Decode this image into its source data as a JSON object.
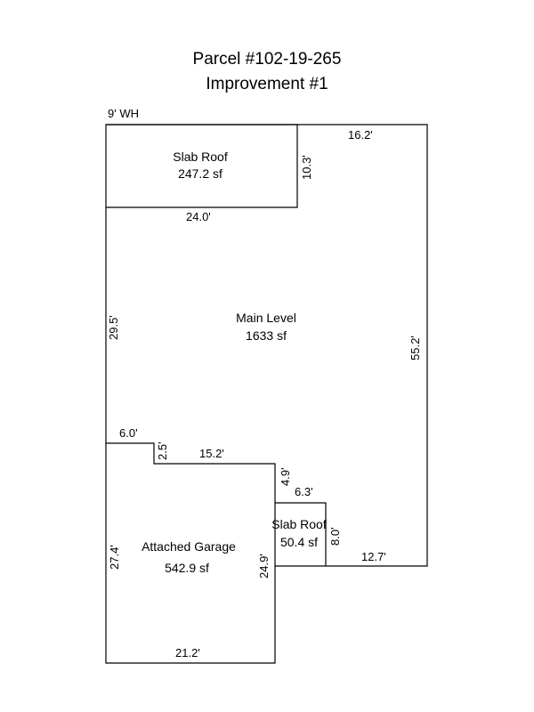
{
  "header": {
    "parcel": "Parcel #102-19-265",
    "improvement": "Improvement #1"
  },
  "areas": {
    "slab_roof_top": {
      "name": "Slab Roof",
      "size": "247.2 sf"
    },
    "main_level": {
      "name": "Main Level",
      "size": "1633 sf"
    },
    "attached_garage": {
      "name": "Attached Garage",
      "size": "542.9 sf"
    },
    "slab_roof_small": {
      "name": "Slab Roof",
      "size": "50.4 sf"
    }
  },
  "dimensions": {
    "wh": "9' WH",
    "d_16_2": "16.2'",
    "d_10_3": "10.3'",
    "d_24_0": "24.0'",
    "d_29_5": "29.5'",
    "d_55_2": "55.2'",
    "d_6_0": "6.0'",
    "d_2_5": "2.5'",
    "d_15_2": "15.2'",
    "d_4_9": "4.9'",
    "d_6_3": "6.3'",
    "d_8_0": "8.0'",
    "d_12_7": "12.7'",
    "d_27_4": "27.4'",
    "d_24_9": "24.9'",
    "d_21_2": "21.2'"
  }
}
